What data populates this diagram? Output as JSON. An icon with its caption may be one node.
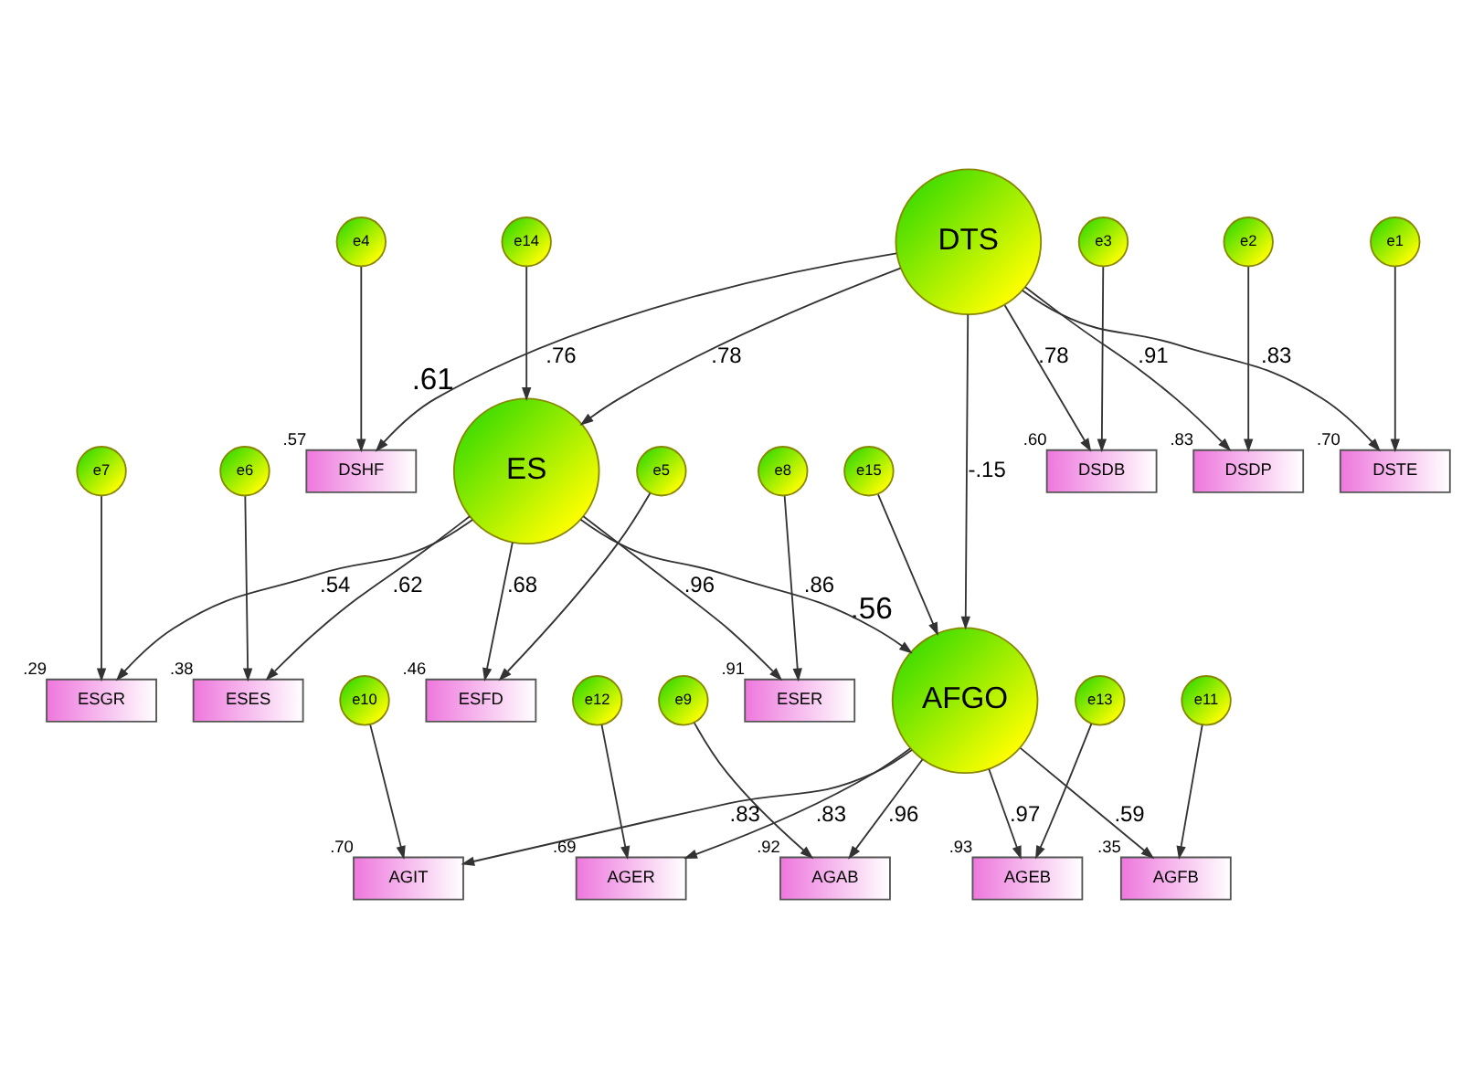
{
  "diagram": {
    "nodes": [
      {
        "text": [
          "e5"
        ]
      },
      {
        "text": [
          "e6"
        ]
      },
      {
        "text": [
          "e7"
        ]
      },
      {
        "text": [
          "e8"
        ]
      },
      {
        "text": [
          "ESFD"
        ],
        "beside": [
          ".46"
        ]
      },
      {
        "text": [
          "ESES"
        ],
        "beside": [
          ".38"
        ]
      },
      {
        "text": [
          "ESGR"
        ],
        "beside": [
          ".29"
        ]
      },
      {
        "text": [
          "ESER"
        ],
        "beside": [
          ".91"
        ]
      },
      {
        "text": [
          "e14"
        ]
      },
      {
        "text": [
          "ES"
        ],
        "beside": [
          ".61"
        ]
      },
      {
        "text": [
          "e15"
        ]
      },
      {
        "text": [
          "AGAB"
        ],
        "beside": [
          ".92"
        ]
      },
      {
        "text": [
          "e9"
        ]
      },
      {
        "text": [
          "e4"
        ]
      },
      {
        "text": [
          "DSHF"
        ],
        "beside": [
          ".57"
        ]
      },
      {
        "text": [
          "AGIT"
        ],
        "beside": [
          ".70"
        ]
      },
      {
        "text": [
          "e10"
        ]
      },
      {
        "text": [
          "e3"
        ]
      },
      {
        "text": [
          "DSDB"
        ],
        "beside": [
          ".60"
        ]
      },
      {
        "text": [
          "DTS"
        ]
      },
      {
        "text": [
          "AFGO"
        ],
        "beside": [
          ".56"
        ]
      },
      {
        "text": [
          "AGFB"
        ],
        "beside": [
          ".35"
        ]
      },
      {
        "text": [
          "e11"
        ]
      },
      {
        "text": [
          "e2"
        ]
      },
      {
        "text": [
          "DSDP"
        ],
        "beside": [
          ".83"
        ]
      },
      {
        "text": [
          "AGER"
        ],
        "beside": [
          ".69"
        ]
      },
      {
        "text": [
          "e12"
        ]
      },
      {
        "text": [
          "e1"
        ]
      },
      {
        "text": [
          "DSTE"
        ],
        "beside": [
          ".70"
        ]
      },
      {
        "text": [
          "AGEB"
        ],
        "beside": [
          ".93"
        ]
      },
      {
        "text": [
          "e13"
        ]
      }
    ],
    "edges": [
      {
        "from": 0,
        "to": 4,
        "arrow": "to"
      },
      {
        "from": 1,
        "to": 5,
        "arrow": "to"
      },
      {
        "from": 2,
        "to": 6,
        "arrow": "to"
      },
      {
        "from": 3,
        "to": 7,
        "arrow": "to"
      },
      {
        "from": 9,
        "to": 4,
        "arrow": "to",
        "label": ".68"
      },
      {
        "from": 9,
        "to": 5,
        "arrow": "to",
        "label": ".62"
      },
      {
        "from": 9,
        "to": 6,
        "arrow": "to",
        "label": ".54"
      },
      {
        "from": 9,
        "to": 7,
        "arrow": "to",
        "label": ".96"
      },
      {
        "from": 8,
        "to": 9,
        "arrow": "to"
      },
      {
        "from": 19,
        "to": 9,
        "arrow": "to",
        "label": ".78"
      },
      {
        "from": 9,
        "to": 20,
        "arrow": "to",
        "label": ".86"
      },
      {
        "from": 19,
        "to": 20,
        "arrow": "to",
        "label": "-.15"
      },
      {
        "from": 10,
        "to": 20,
        "arrow": "to"
      },
      {
        "from": 20,
        "to": 11,
        "arrow": "to",
        "label": ".96"
      },
      {
        "from": 20,
        "to": 15,
        "arrow": "to",
        "label": ".83"
      },
      {
        "from": 20,
        "to": 21,
        "arrow": "to",
        "label": ".59"
      },
      {
        "from": 20,
        "to": 25,
        "arrow": "to",
        "label": ".83"
      },
      {
        "from": 20,
        "to": 29,
        "arrow": "to",
        "label": ".97"
      },
      {
        "from": 12,
        "to": 11,
        "arrow": "to"
      },
      {
        "from": 16,
        "to": 15,
        "arrow": "to"
      },
      {
        "from": 22,
        "to": 21,
        "arrow": "to"
      },
      {
        "from": 26,
        "to": 25,
        "arrow": "to"
      },
      {
        "from": 30,
        "to": 29,
        "arrow": "to"
      },
      {
        "from": 19,
        "to": 14,
        "arrow": "to",
        "label": ".76"
      },
      {
        "from": 19,
        "to": 18,
        "arrow": "to",
        "label": ".78"
      },
      {
        "from": 19,
        "to": 24,
        "arrow": "to",
        "label": ".91"
      },
      {
        "from": 19,
        "to": 28,
        "arrow": "to",
        "label": ".83"
      },
      {
        "from": 13,
        "to": 14,
        "arrow": "to"
      },
      {
        "from": 17,
        "to": 18,
        "arrow": "to"
      },
      {
        "from": 23,
        "to": 24,
        "arrow": "to"
      },
      {
        "from": 27,
        "to": 28,
        "arrow": "to"
      }
    ]
  }
}
